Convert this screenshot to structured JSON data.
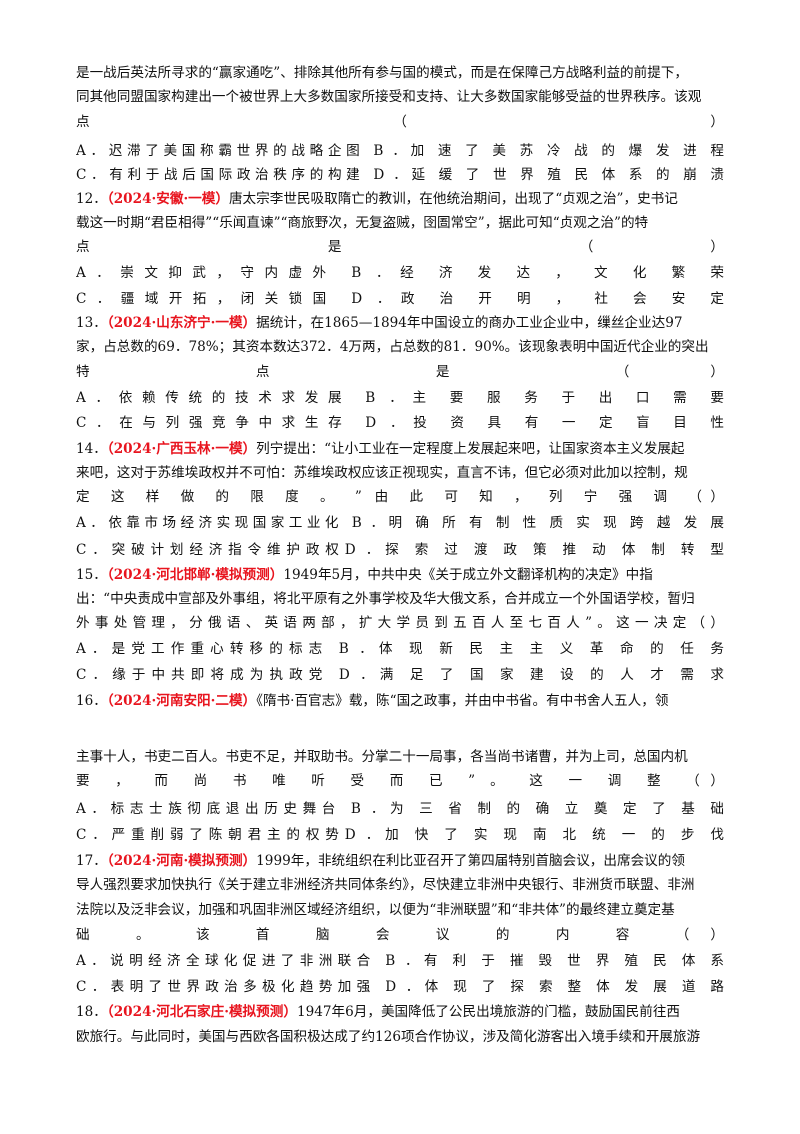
{
  "lines": [
    {
      "text": "是一战后英法所寻求的“赢家通吃”、排除其他所有参与国的模式，而是在保障己方战略利益的前提下，"
    },
    {
      "text": "同其他同盟国家构建出一个被世界上大多数国家所接受和支持、让大多数国家能够受益的世界秩序。该观"
    },
    {
      "text": "点（）",
      "justify": true
    },
    {
      "text": "A．迟滞了美国称霸世界的战略企图 B ．加 速 了 美 苏 冷 战 的 爆 发 进 程",
      "justify": true
    },
    {
      "text": "C．有利于战后国际政治秩序的构建 D ．延 缓 了 世 界 殖 民 体 系 的 崩 溃",
      "justify": true
    },
    {
      "num": "12．",
      "src": "（2024·安徽·一模）",
      "text": "唐太宗李世民吸取隋亡的教训，在他统治期间，出现了“贞观之治”，史书记"
    },
    {
      "text": "载这一时期“君臣相得”“乐闻直谏”“商旅野次，无复盗贼，囹圄常空”，据此可知“贞观之治”的特"
    },
    {
      "text": "点 是 （）",
      "justify": true
    },
    {
      "text": "A．崇文抑武，守内虚外 B ．经 济 发 达 ， 文 化 繁 荣",
      "justify": true
    },
    {
      "text": "C．疆域开拓，闭关锁国 D ．政 治 开 明 ， 社 会 安 定",
      "justify": true
    },
    {
      "num": "13．",
      "src": "（2024·山东济宁·一模）",
      "text": "据统计，在1865—1894年中国设立的商办工业企业中，缫丝企业达97"
    },
    {
      "text": "家，占总数的69．78%；其资本数达372．4万两，占总数的81．90%。该现象表明中国近代企业的突出"
    },
    {
      "text": "特 点 是 （）",
      "justify": true
    },
    {
      "text": "A．依赖传统的技术求发展 B ．主 要 服 务 于 出 口 需 要",
      "justify": true
    },
    {
      "text": "C．在与列强竞争中求生存 D ．投 资 具 有 一 定 盲 目 性",
      "justify": true
    },
    {
      "num": "14．",
      "src": "（2024·广西玉林·一模）",
      "text": "列宁提出：“让小工业在一定程度上发展起来吧，让国家资本主义发展起"
    },
    {
      "text": "来吧，这对于苏维埃政权并不可怕：苏维埃政权应该正视现实，直言不讳，但它必须对此加以控制，规"
    },
    {
      "text": "定 这 样 做 的 限 度 。 ” 由 此 可 知 ， 列 宁 强 调 （）",
      "justify": true
    },
    {
      "text": "A．依靠市场经济实现国家工业化 B ．明 确 所 有 制 性 质 实 现 跨 越 发 展",
      "justify": true
    },
    {
      "text": "C．突破计划经济指令维护政权D ．探 索 过 渡 政 策 推 动 体 制 转 型",
      "justify": true
    },
    {
      "num": "15．",
      "src": "（2024·河北邯郸·模拟预测）",
      "text": "1949年5月，中共中央《关于成立外文翻译机构的决定》中指"
    },
    {
      "text": "出：“中央责成中宣部及外事组，将北平原有之外事学校及华大俄文系，合并成立一个外国语学校，暂归"
    },
    {
      "text": "外事处管理，分俄语、英语两部，扩大学员到五百人至七百人”。这一决定（）",
      "justify": true
    },
    {
      "text": "A．是党工作重心转移的标志 B ．体 现 新 民 主 主 义 革 命 的 任 务",
      "justify": true
    },
    {
      "text": "C．缘于中共即将成为执政党 D ．满 足 了 国 家 建 设 的 人 才 需 求",
      "justify": true
    },
    {
      "num": "16．",
      "src": "（2024·河南安阳·二模）",
      "text": "《隋书·百官志》载，陈“国之政事，并由中书省。有中书舍人五人，领"
    },
    {
      "text": "主事十人，书吏二百人。书吏不足，并取助书。分掌二十一局事，各当尚书诸曹，并为上司，总国内机"
    },
    {
      "text": "要 ， 而 尚 书 唯 听 受 而 已 ” 。 这 一 调 整 （）",
      "justify": true
    },
    {
      "text": "A．标志士族彻底退出历史舞台 B ．为 三 省 制 的 确 立 奠 定 了 基 础",
      "justify": true
    },
    {
      "text": "C．严重削弱了陈朝君主的权势D ．加 快 了 实 现 南 北 统 一 的 步 伐",
      "justify": true
    },
    {
      "num": "17．",
      "src": "（2024·河南·模拟预测）",
      "text": "1999年，非统组织在利比亚召开了第四届特别首脑会议，出席会议的领"
    },
    {
      "text": "导人强烈要求加快执行《关于建立非洲经济共同体条约》，尽快建立非洲中央银行、非洲货币联盟、非洲"
    },
    {
      "text": "法院以及泛非会议，加强和巩固非洲区域经济组织，以便为“非洲联盟”和“非共体”的最终建立奠定基"
    },
    {
      "text": "础 。 该 首 脑 会 议 的 内 容 （）",
      "justify": true
    },
    {
      "text": "A．说明经济全球化促进了非洲联合 B ．有 利 于 摧 毁 世 界 殖 民 体 系",
      "justify": true
    },
    {
      "text": "C．表明了世界政治多极化趋势加强 D ．体 现 了 探 索 整 体 发 展 道 路",
      "justify": true
    },
    {
      "num": "18．",
      "src": "（2024·河北石家庄·模拟预测）",
      "text": "1947年6月，美国降低了公民出境旅游的门槛，鼓励国民前往西"
    },
    {
      "text": "欧旅行。与此同时，美国与西欧各国积极达成了约126项合作协议，涉及简化游客出入境手续和开展旅游"
    }
  ]
}
